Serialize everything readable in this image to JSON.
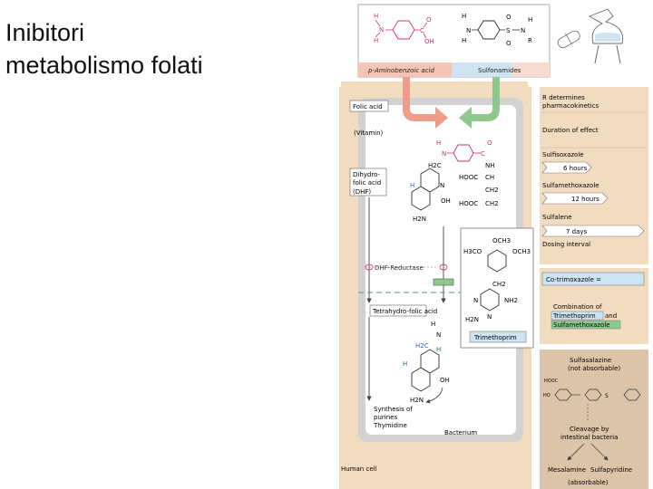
{
  "slide": {
    "title_line1": "Inibitori",
    "title_line2": "metabolismo folati"
  },
  "diagram": {
    "top_left_label": "p-Aminobenzoic acid",
    "top_right_label": "Sulfonamides",
    "folic_acid": "Folic acid",
    "vitamin": "(Vitamin)",
    "dhf_line1": "Dihydro-",
    "dhf_line2": "folic acid",
    "dhf_line3": "(DHF)",
    "dhf_reductase": "DHF-Reductase",
    "thf": "Tetrahydro-folic acid",
    "synthesis_line1": "Synthesis of",
    "synthesis_line2": "purines",
    "synthesis_line3": "Thymidine",
    "bacterium": "Bacterium",
    "human_cell": "Human cell",
    "trimethoprim": "Trimethoprim",
    "chem": {
      "h": "H",
      "n": "N",
      "c": "C",
      "s": "S",
      "o": "O",
      "oh": "OH",
      "r": "R",
      "h2c": "H2C",
      "nh": "NH",
      "ch": "CH",
      "ch2": "CH2",
      "hooc": "HOOC",
      "h2n": "H2N",
      "nh2": "NH2",
      "och3": "OCH3",
      "h3co": "H3CO"
    }
  },
  "right_panel": {
    "r_line1": "R determines",
    "r_line2": "pharmacokinetics",
    "duration": "Duration of effect",
    "sulfisoxazole": "Sulfisoxazole",
    "six_hours": "6 hours",
    "sulfamethoxazole": "Sulfamethoxazole",
    "twelve_hours": "12 hours",
    "sulfalene": "Sulfalene",
    "seven_days": "7 days",
    "dosing_interval": "Dosing interval",
    "cotrimoxazole": "Co-trimoxazole =",
    "combination": "Combination of",
    "comb_trimethoprim": "Trimethoprim",
    "and": "and",
    "comb_sulfamethoxazole": "Sulfamethoxazole",
    "sulfasalazine": "Sulfasalazine",
    "not_absorbable": "(not absorbable)",
    "cleavage_line1": "Cleavage by",
    "cleavage_line2": "intestinal bacteria",
    "mesalamine": "Mesalamine",
    "sulfapyridine": "Sulfapyridine",
    "absorbable": "(absorbable)",
    "hooc": "HOOC",
    "ho": "HO"
  },
  "colors": {
    "panel_tan": "#f2dcc0",
    "bacterium_gray": "#cfcfcf",
    "paba_pink": "#f4c5b5",
    "sulfa_blue": "#cfe4f2",
    "sulfa_green": "#8cc98a",
    "arrow_salmon": "#f09c8a",
    "magenta": "#d0307a",
    "blue_atoms": "#2a6bbd"
  }
}
